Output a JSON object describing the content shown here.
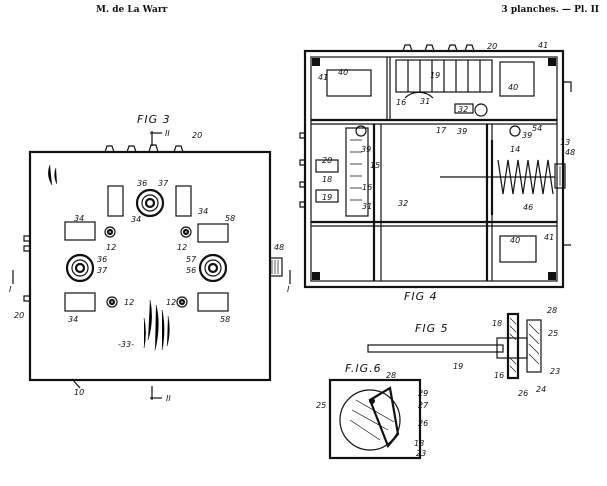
{
  "header": {
    "author": "M. de La Warr",
    "sheet": "3 planches. — Pl. II"
  },
  "figures": {
    "fig3": "FIG 3",
    "fig4": "FIG 4",
    "fig5": "FIG 5",
    "fig6": "F.IG.6"
  },
  "fig3_labels": {
    "top_section": "II",
    "bottom_section": "II",
    "ref20_top": "20",
    "ref20_left": "20",
    "ref36": "36",
    "ref37_top": "37",
    "ref34_a": "34",
    "ref34_b": "34",
    "ref34_c": "34",
    "ref34_d": "34",
    "ref58_a": "58",
    "ref58_b": "58",
    "ref12_a": "12",
    "ref12_b": "12",
    "ref12_c": "12",
    "ref12_d": "12",
    "ref36_l": "36",
    "ref37_l": "37",
    "ref57": "57",
    "ref56": "56",
    "ref48": "48",
    "ref33": "-33-",
    "ref10": "10",
    "ref1_left": "I",
    "ref1_right": "I"
  },
  "fig4_labels": {
    "ref20": "20",
    "ref41_tr": "41",
    "ref41_tl": "41",
    "ref40_tl": "40",
    "ref19_top": "19",
    "ref40_tr": "40",
    "ref16": "16",
    "ref31_top": "31",
    "ref32_top": "32",
    "ref17": "17",
    "ref39_a": "39",
    "ref39_b": "39",
    "ref54": "54",
    "ref13": "13",
    "ref14": "14",
    "ref48": "48",
    "ref20_l": "20",
    "ref18": "18",
    "ref19_l": "19",
    "ref15": "15",
    "ref16_l": "16",
    "ref31_l": "31",
    "ref32_l": "32",
    "ref46": "46",
    "ref40_br": "40",
    "ref41_br": "41"
  },
  "fig5_labels": {
    "ref28": "28",
    "ref18": "18",
    "ref25": "25",
    "ref19": "19",
    "ref16": "16",
    "ref23": "23",
    "ref26": "26",
    "ref24": "24"
  },
  "fig6_labels": {
    "ref28": "28",
    "ref29": "29",
    "ref27": "27",
    "ref25": "25",
    "ref26": "26",
    "ref18": "18",
    "ref23": "23"
  }
}
